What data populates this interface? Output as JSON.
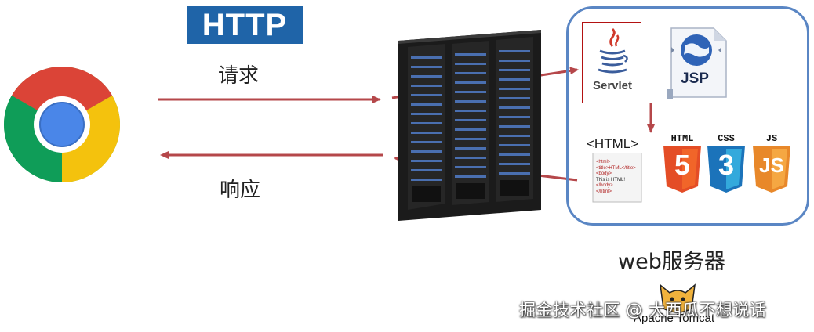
{
  "protocol_badge": "HTTP",
  "request_label": "请求",
  "response_label": "响应",
  "server_label": "web服务器",
  "servlet_label": "Servlet",
  "jsp_label": "JSP",
  "html_doc": {
    "title": "<HTML>",
    "lines": [
      "<html>",
      "<title>HTML</title>",
      "<body>",
      "This is HTML!",
      "</body>",
      "</html>"
    ]
  },
  "tech_badges": [
    "HTML",
    "CSS",
    "JS"
  ],
  "badge_digits": [
    "5",
    "3",
    "JS"
  ],
  "tomcat_label": "Apache Tomcat",
  "watermark": "掘金技术社区 @ 大西瓜不想说话",
  "colors": {
    "arrow": "#b5474a",
    "http_badge": "#1f64a8",
    "server_box_border": "#5a86c4",
    "html5": "#e44d26",
    "css3": "#1b73ba",
    "js": "#f0a030"
  },
  "icons": [
    "chrome-logo-icon",
    "server-rack-icon",
    "java-cup-icon",
    "globe-document-icon",
    "html-document-icon",
    "tomcat-logo-icon"
  ]
}
